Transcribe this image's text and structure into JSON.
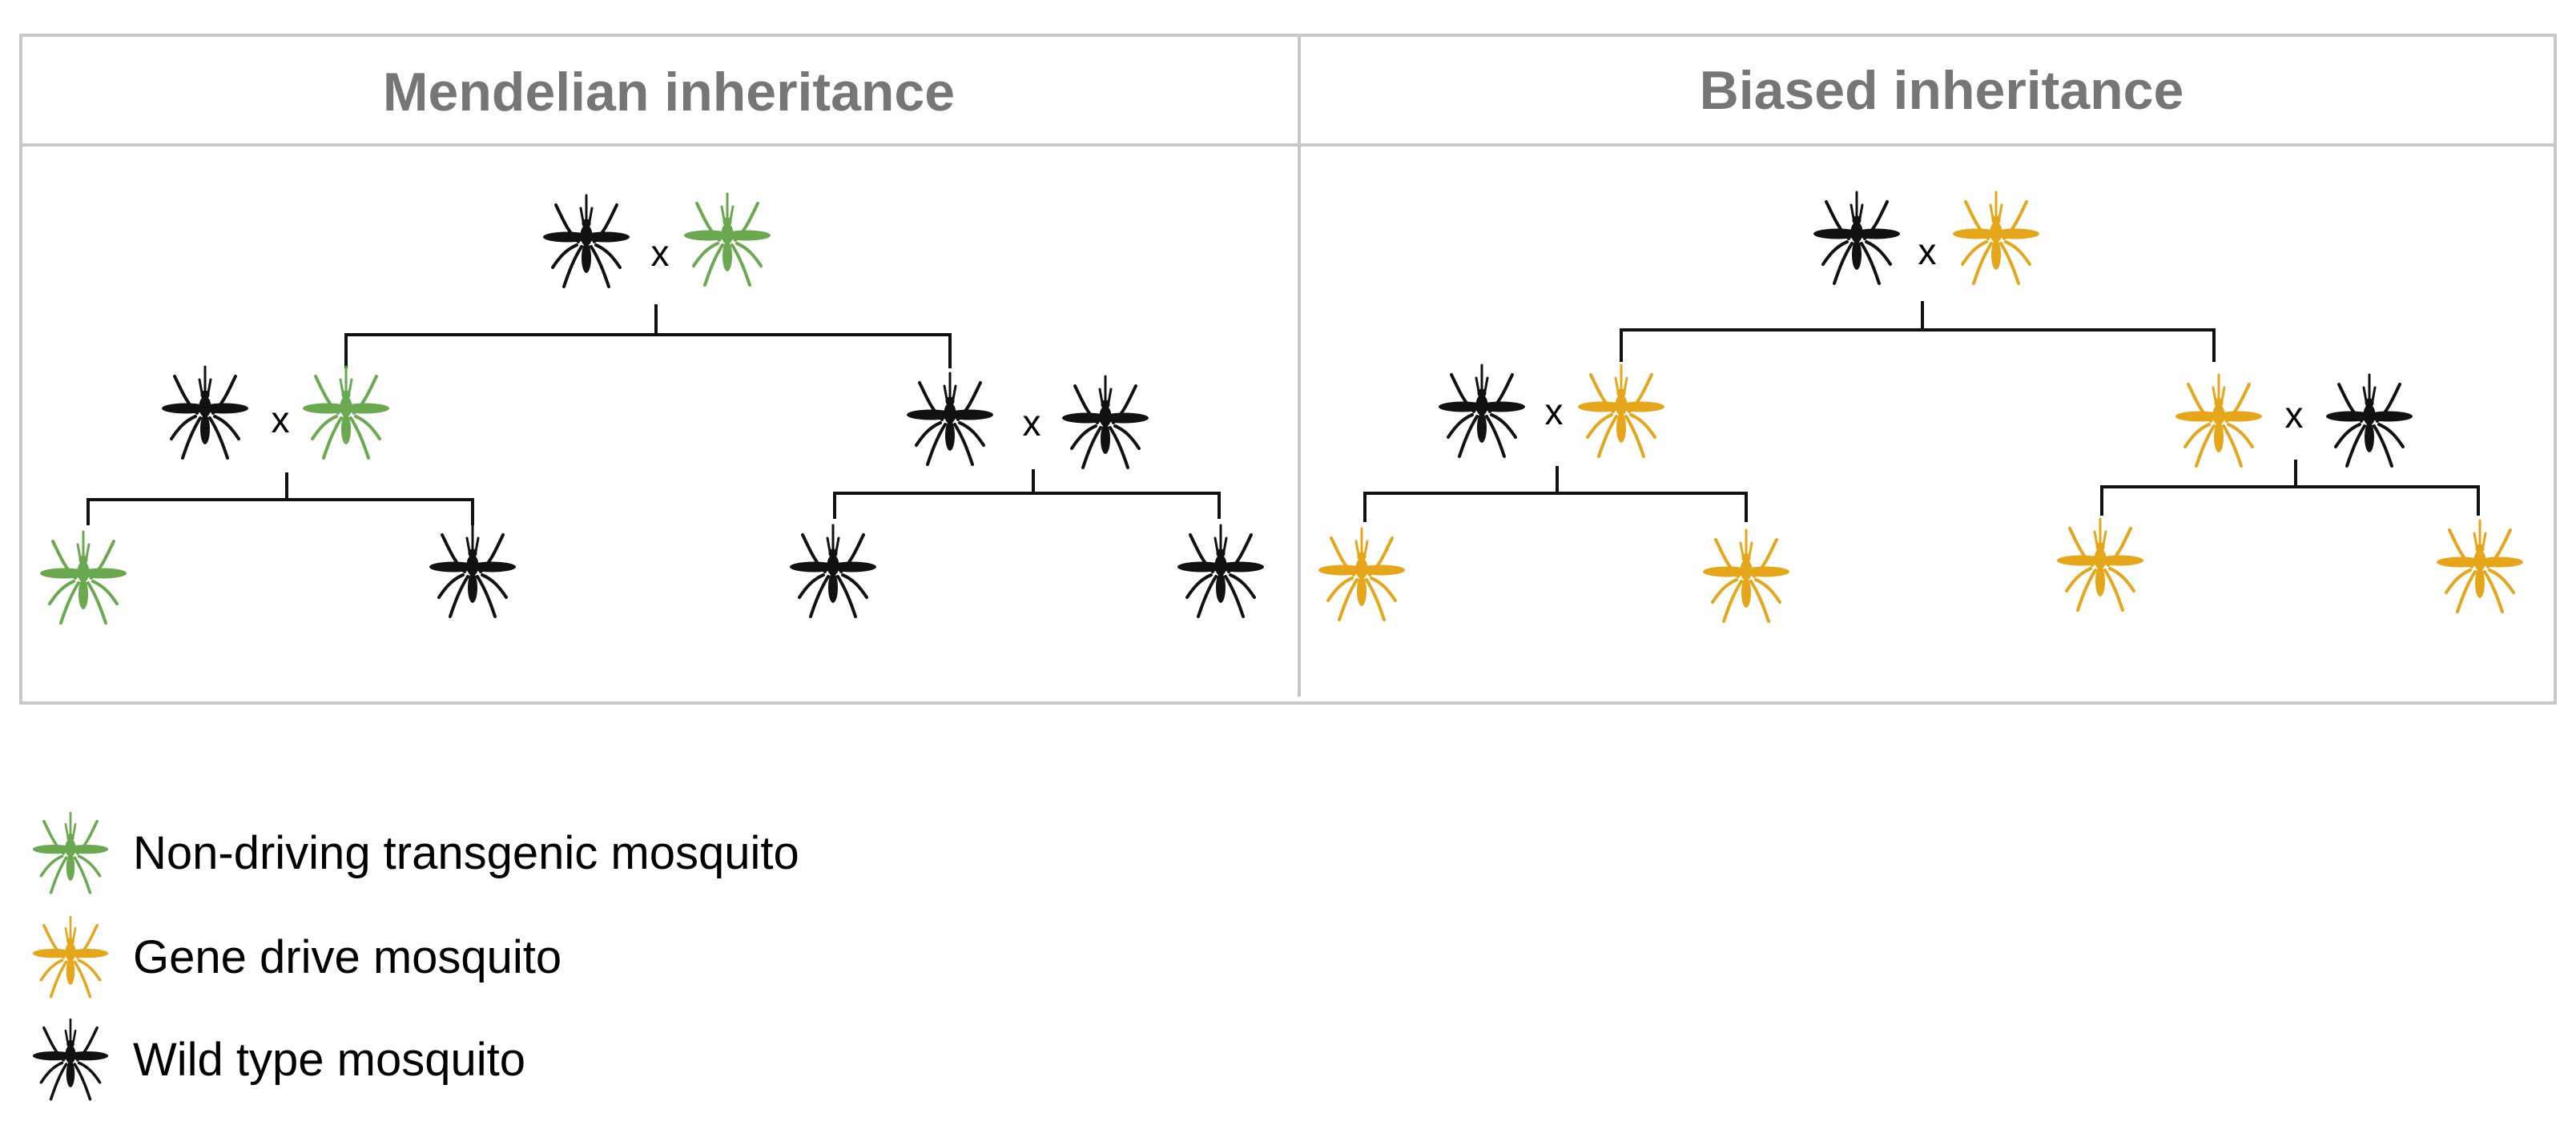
{
  "panels": [
    {
      "title": "Mendelian inheritance",
      "cross_symbol": "x"
    },
    {
      "title": "Biased inheritance",
      "cross_symbol": "x"
    }
  ],
  "colors": {
    "wild_type": "#111111",
    "non_driving_transgenic": "#6aa94f",
    "gene_drive": "#e6a619",
    "frame": "#c8c8c8",
    "title_text": "#767676"
  },
  "legend": [
    {
      "label": "Non-driving transgenic mosquito",
      "icon": "green-mosquito-icon",
      "type": "non_driving_transgenic"
    },
    {
      "label": "Gene drive mosquito",
      "icon": "yellow-mosquito-icon",
      "type": "gene_drive"
    },
    {
      "label": "Wild type mosquito",
      "icon": "black-mosquito-icon",
      "type": "wild_type"
    }
  ]
}
